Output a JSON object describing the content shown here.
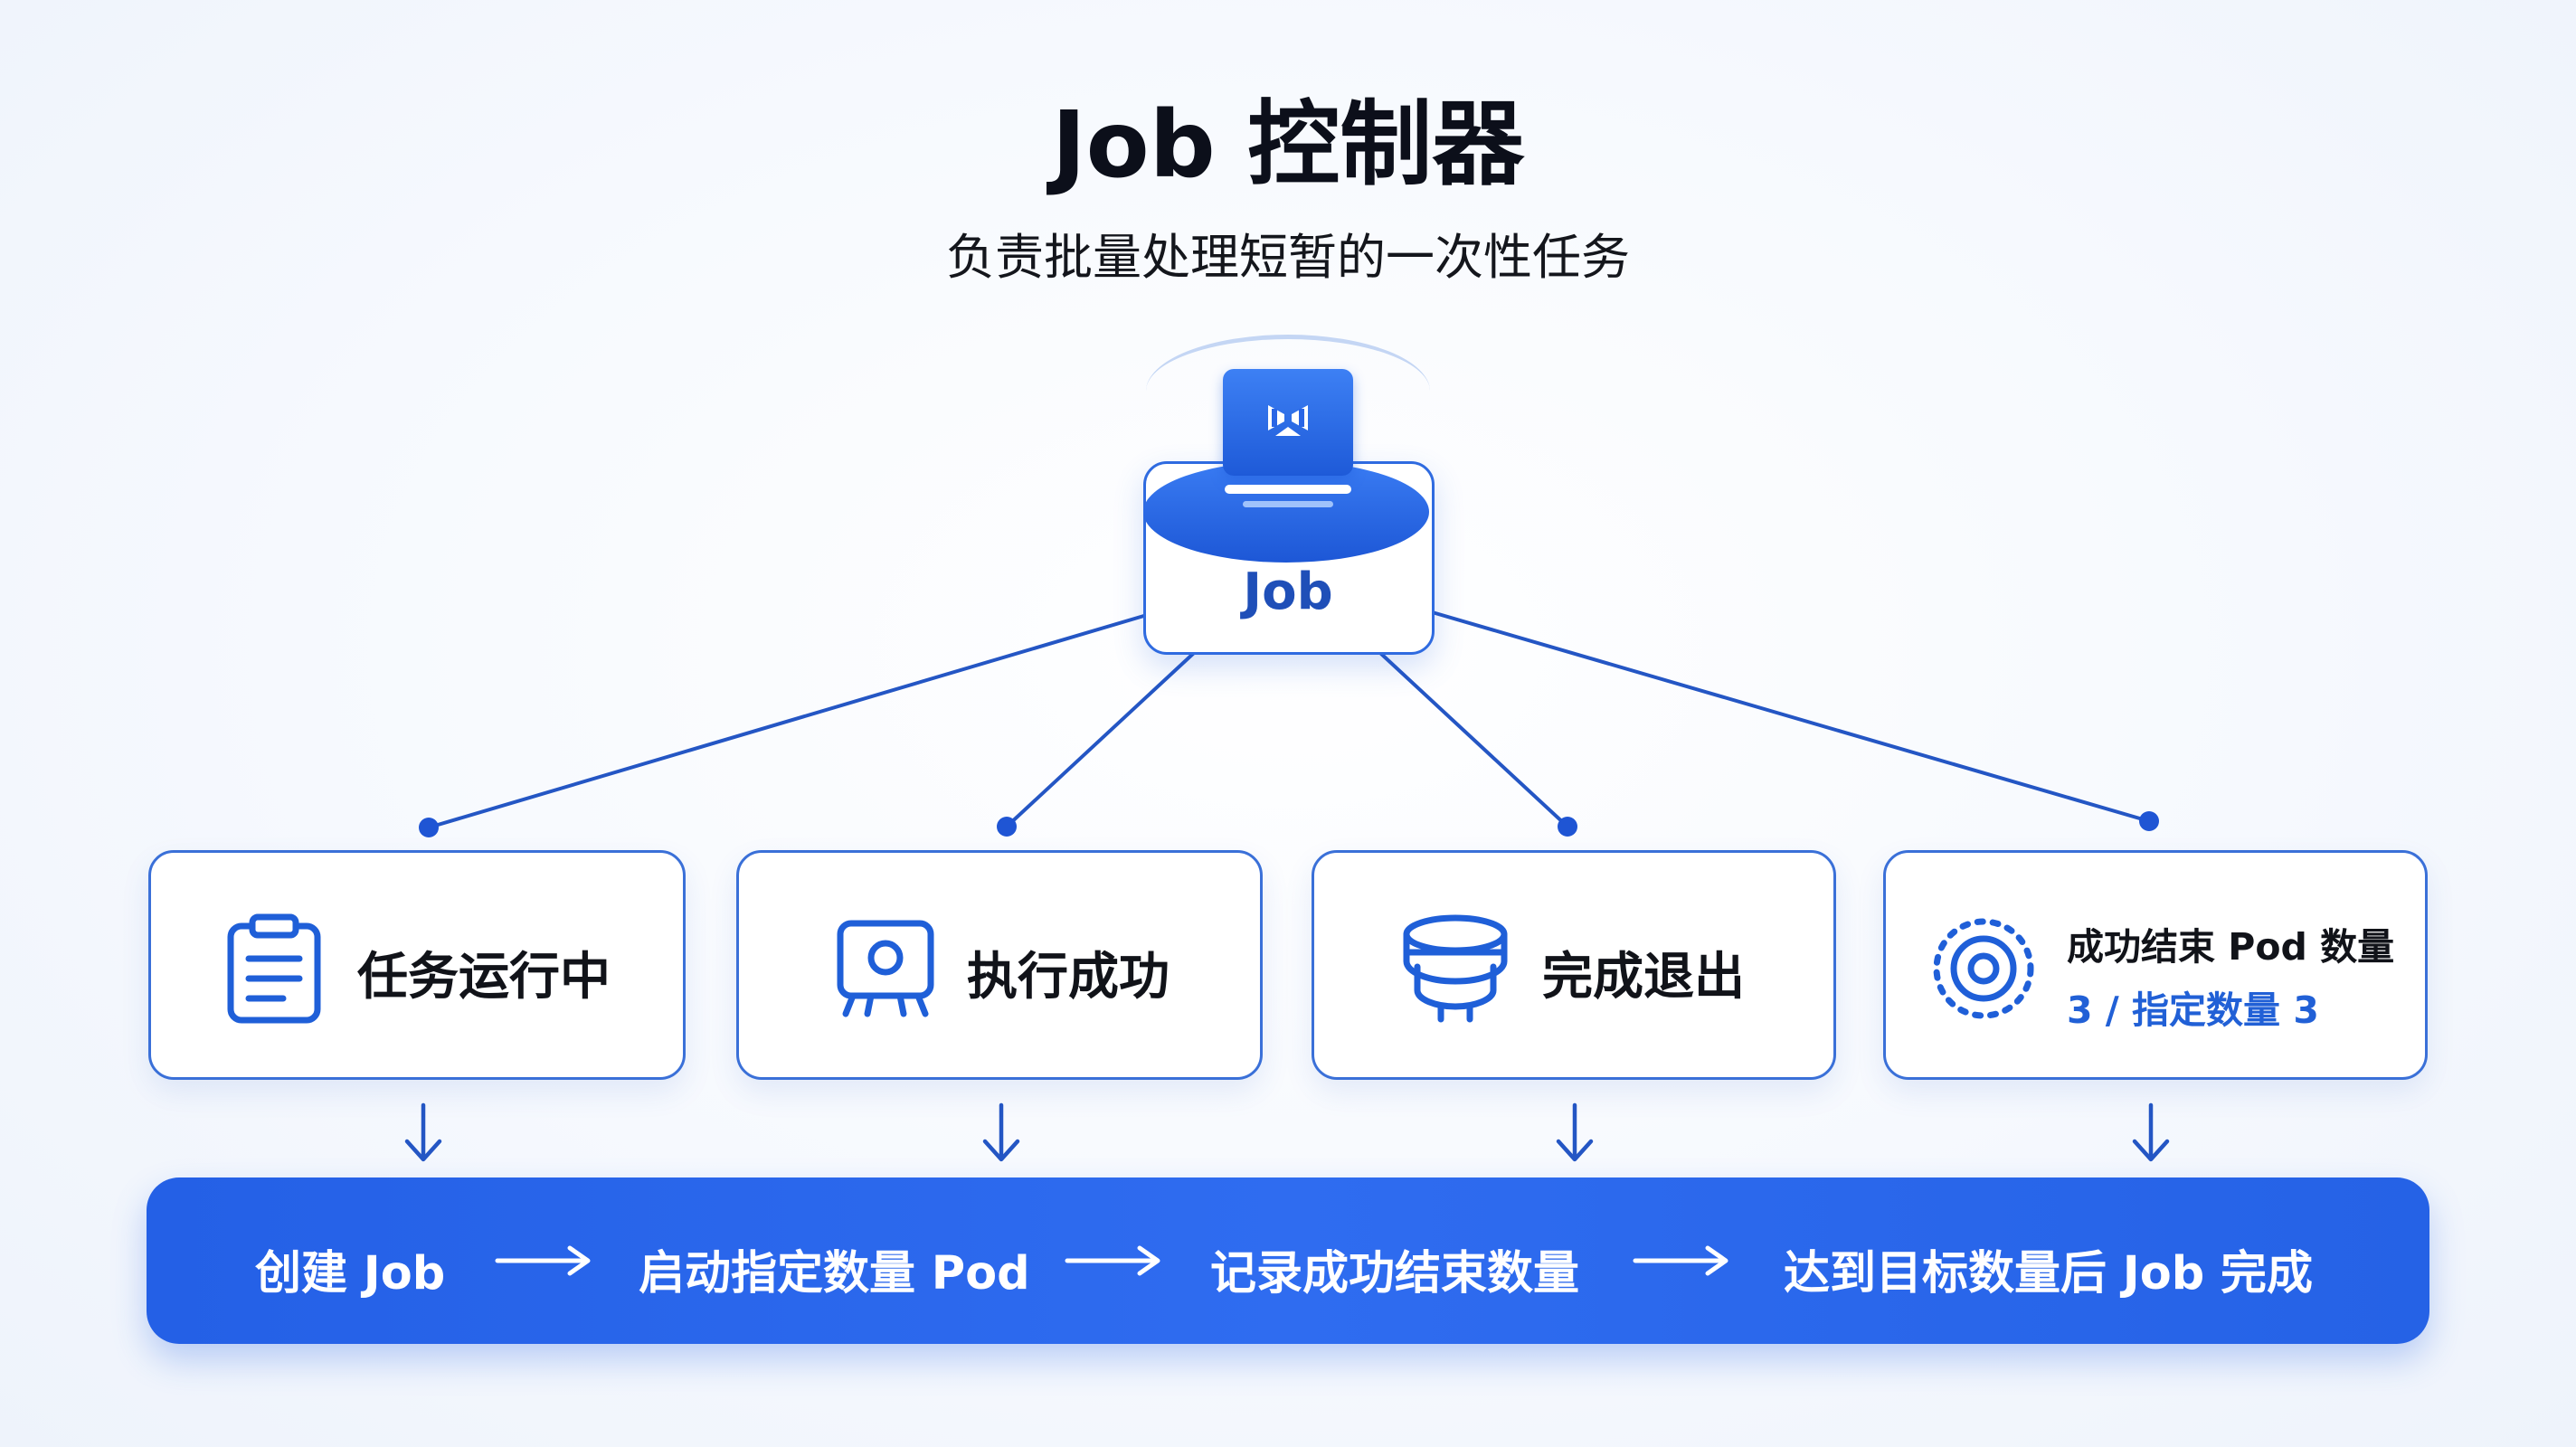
{
  "header": {
    "title": "Job 控制器",
    "subtitle": "负责批量处理短暂的一次性任务"
  },
  "hub": {
    "label": "Job",
    "icon": "job-controller-icon"
  },
  "cards": [
    {
      "label": "任务运行中",
      "icon": "clipboard-icon"
    },
    {
      "label": "执行成功",
      "icon": "monitor-icon"
    },
    {
      "label": "完成退出",
      "icon": "stack-icon"
    },
    {
      "line1": "成功结束 Pod 数量",
      "line2": "3 / 指定数量 3",
      "icon": "target-icon"
    }
  ],
  "flow": {
    "steps": [
      "创建 Job",
      "启动指定数量 Pod",
      "记录成功结束数量",
      "达到目标数量后 Job 完成"
    ],
    "arrow_icon": "long-arrow-right-icon"
  },
  "colors": {
    "accent": "#2F6BE0",
    "flow_bar": "#2A66EC",
    "title_text": "#0C0F1A",
    "highlight_text": "#2160D6"
  }
}
